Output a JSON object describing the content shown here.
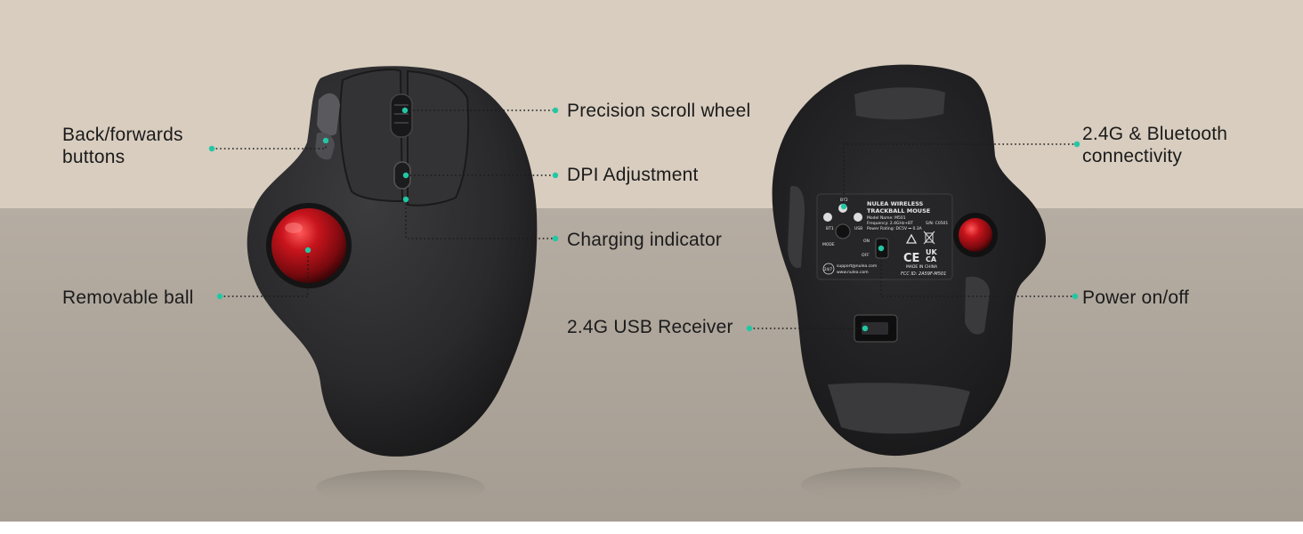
{
  "colors": {
    "background_top": "#d8cdbf",
    "background_bottom": "#b0a89d",
    "callout_dot": "#22c7a4",
    "mouse_body": "#2a2a2c",
    "trackball": "#a8121a"
  },
  "callouts": {
    "back_forward": "Back/forwards buttons",
    "scroll_wheel": "Precision scroll wheel",
    "dpi": "DPI Adjustment",
    "charging": "Charging indicator",
    "removable_ball": "Removable ball",
    "connectivity": "2.4G & Bluetooth connectivity",
    "power": "Power on/off",
    "usb_receiver": "2.4G USB Receiver"
  },
  "product_label": {
    "title_line1": "NULEA WIRELESS",
    "title_line2": "TRACKBALL MOUSE",
    "model": "Model Name: M501",
    "frequency": "Frequency: 2.4GHz+BT",
    "serial": "S/N: C0501",
    "rating": "Power Rating: DC5V ⎓ 0.3A",
    "made_in": "MADE IN CHINA",
    "fcc": "FCC ID: 2A59F-M501",
    "support": "support@nulea.com",
    "website": "www.nulea.com",
    "support_hours": "24/7",
    "switch_on": "ON",
    "switch_off": "OFF",
    "mode": "MODE",
    "bt1": "BT1",
    "bt2": "BT2",
    "usb": "USB",
    "ukca_line1": "UK",
    "ukca_line2": "CA"
  },
  "icons": [
    "recycle-icon",
    "weee-bin-icon",
    "ce-mark-icon",
    "ukca-mark-icon"
  ]
}
